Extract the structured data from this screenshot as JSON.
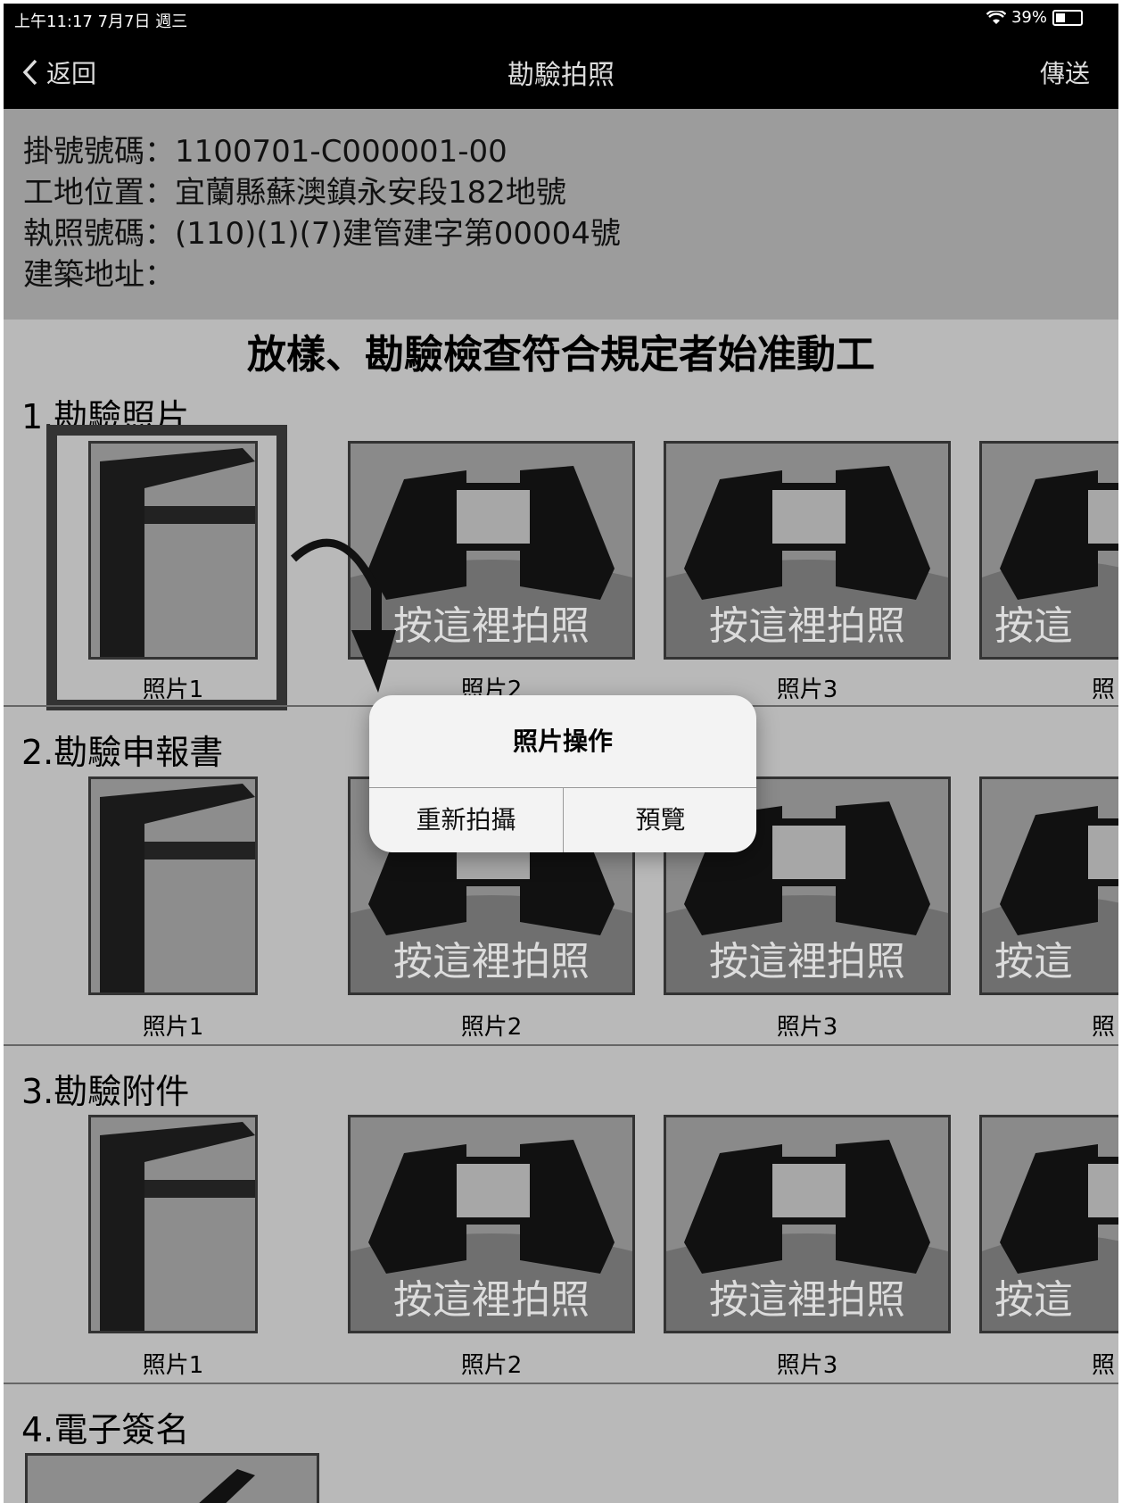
{
  "status_bar": {
    "time": "上午11:17  7月7日 週三",
    "battery": "39%"
  },
  "nav": {
    "back_label": "返回",
    "title": "勘驗拍照",
    "send_label": "傳送"
  },
  "info": {
    "registration": "掛號號碼：1100701-C000001-00",
    "site": "工地位置：宜蘭縣蘇澳鎮永安段182地號",
    "permit": "執照號碼：(110)(1)(7)建管建字第00004號",
    "address": "建築地址："
  },
  "notice": "放樣、勘驗檢查符合規定者始准動工",
  "sections": [
    {
      "title": "1.勘驗照片",
      "captions": [
        "照片1",
        "照片2",
        "照片3",
        "照"
      ]
    },
    {
      "title": "2.勘驗申報書",
      "captions": [
        "照片1",
        "照片2",
        "照片3",
        "照"
      ]
    },
    {
      "title": "3.勘驗附件",
      "captions": [
        "照片1",
        "照片2",
        "照片3",
        "照"
      ]
    },
    {
      "title": "4.電子簽名"
    }
  ],
  "camera_prompt": "按這裡拍照",
  "camera_prompt_partial": "按這",
  "dialog": {
    "title": "照片操作",
    "retake": "重新拍攝",
    "preview": "預覽"
  }
}
